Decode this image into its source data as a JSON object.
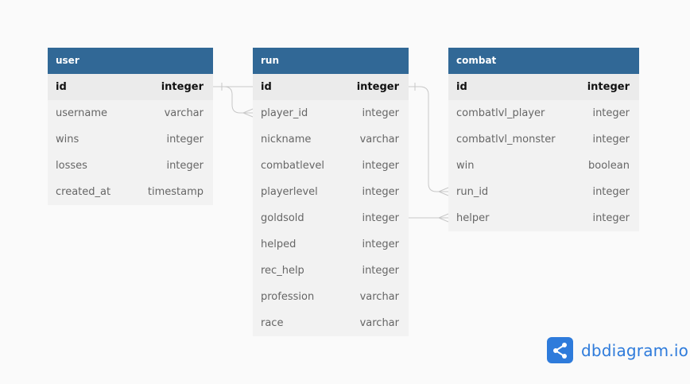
{
  "tables": [
    {
      "name": "user",
      "fields": [
        {
          "name": "id",
          "type": "integer",
          "pk": true
        },
        {
          "name": "username",
          "type": "varchar"
        },
        {
          "name": "wins",
          "type": "integer"
        },
        {
          "name": "losses",
          "type": "integer"
        },
        {
          "name": "created_at",
          "type": "timestamp"
        }
      ]
    },
    {
      "name": "run",
      "fields": [
        {
          "name": "id",
          "type": "integer",
          "pk": true
        },
        {
          "name": "player_id",
          "type": "integer"
        },
        {
          "name": "nickname",
          "type": "varchar"
        },
        {
          "name": "combatlevel",
          "type": "integer"
        },
        {
          "name": "playerlevel",
          "type": "integer"
        },
        {
          "name": "goldsold",
          "type": "integer"
        },
        {
          "name": "helped",
          "type": "integer"
        },
        {
          "name": "rec_help",
          "type": "integer"
        },
        {
          "name": "profession",
          "type": "varchar"
        },
        {
          "name": "race",
          "type": "varchar"
        }
      ]
    },
    {
      "name": "combat",
      "fields": [
        {
          "name": "id",
          "type": "integer",
          "pk": true
        },
        {
          "name": "combatlvl_player",
          "type": "integer"
        },
        {
          "name": "combatlvl_monster",
          "type": "integer"
        },
        {
          "name": "win",
          "type": "boolean"
        },
        {
          "name": "run_id",
          "type": "integer"
        },
        {
          "name": "helper",
          "type": "integer"
        }
      ]
    }
  ],
  "relations": [
    {
      "from": "user.id",
      "to": "run.player_id",
      "type": "one-to-many"
    },
    {
      "from": "run.id",
      "to": "combat.run_id",
      "type": "one-to-many"
    },
    {
      "from": "run.goldsold",
      "to": "combat.helper",
      "type": "one-to-many"
    }
  ],
  "brand": {
    "name": "dbdiagram.io",
    "icon": "share-nodes-icon",
    "color": "#2e7bdb"
  },
  "colors": {
    "header": "#316896",
    "body": "#f2f2f2",
    "connector": "#c8c8c8"
  }
}
